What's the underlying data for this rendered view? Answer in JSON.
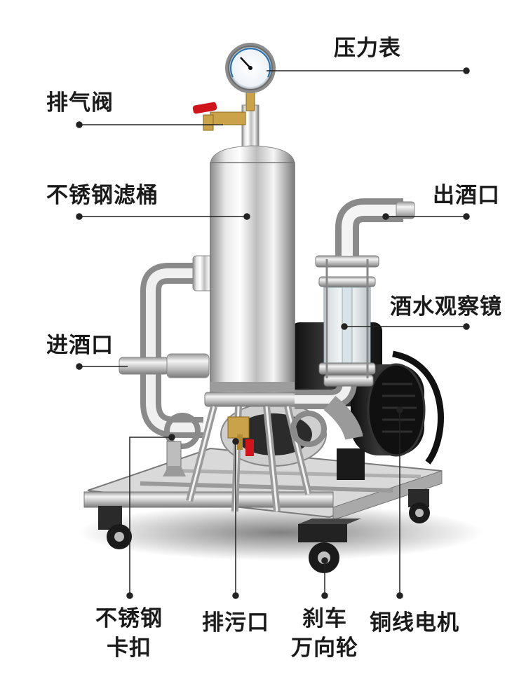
{
  "labels": {
    "pressure_gauge": "压力表",
    "vent_valve": "排气阀",
    "filter_barrel": "不锈钢滤桶",
    "wine_outlet": "出酒口",
    "sight_glass": "酒水观察镜",
    "wine_inlet": "进酒口",
    "clamp_line1": "不锈钢",
    "clamp_line2": "卡扣",
    "drain_port": "排污口",
    "brake_line1": "刹车",
    "brake_line2": "万向轮",
    "motor": "铜线电机"
  },
  "colors": {
    "line": "#222222",
    "steel_light": "#f2f2f2",
    "steel_dark": "#8a8a8a",
    "motor_body": "#1c1c1c",
    "valve_red": "#d0141b",
    "brass": "#c9a24a"
  }
}
